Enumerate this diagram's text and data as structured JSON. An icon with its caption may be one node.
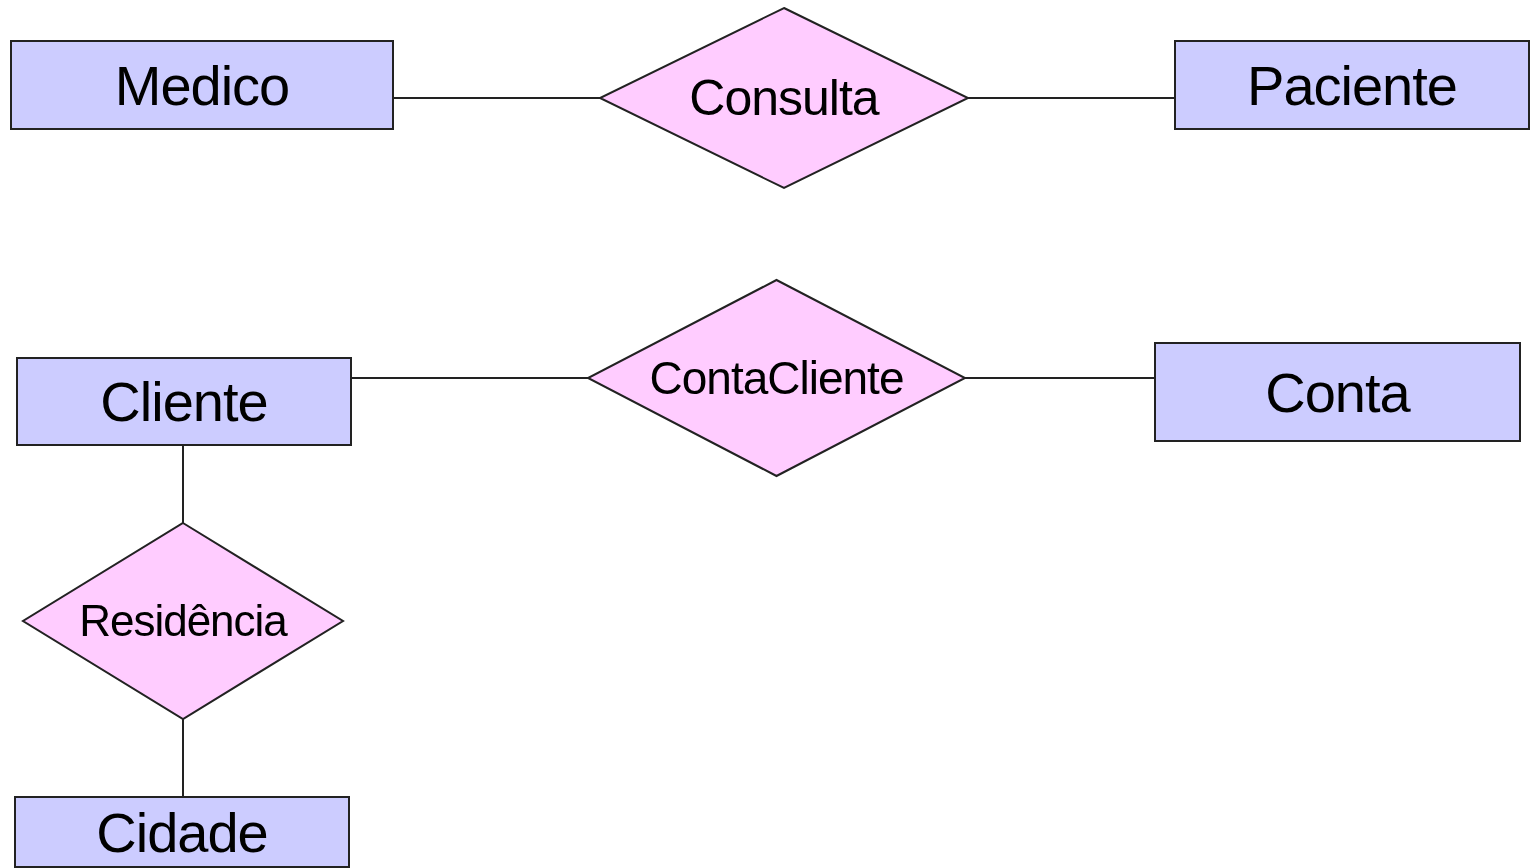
{
  "diagram": {
    "nodes": [
      {
        "text": [
          "Medico"
        ]
      },
      {
        "text": [
          "Consulta"
        ]
      },
      {
        "text": [
          "Paciente"
        ]
      },
      {
        "text": [
          "Cliente"
        ]
      },
      {
        "text": [
          "ContaCliente"
        ]
      },
      {
        "text": [
          "Conta"
        ]
      },
      {
        "text": [
          "Residência"
        ]
      },
      {
        "text": [
          "Cidade"
        ]
      }
    ],
    "edges": [
      {
        "from": 0,
        "to": 1,
        "arrow": "none"
      },
      {
        "from": 1,
        "to": 2,
        "arrow": "none"
      },
      {
        "from": 3,
        "to": 4,
        "arrow": "none"
      },
      {
        "from": 4,
        "to": 5,
        "arrow": "none"
      },
      {
        "from": 3,
        "to": 6,
        "arrow": "none"
      },
      {
        "from": 6,
        "to": 7,
        "arrow": "none"
      }
    ]
  }
}
